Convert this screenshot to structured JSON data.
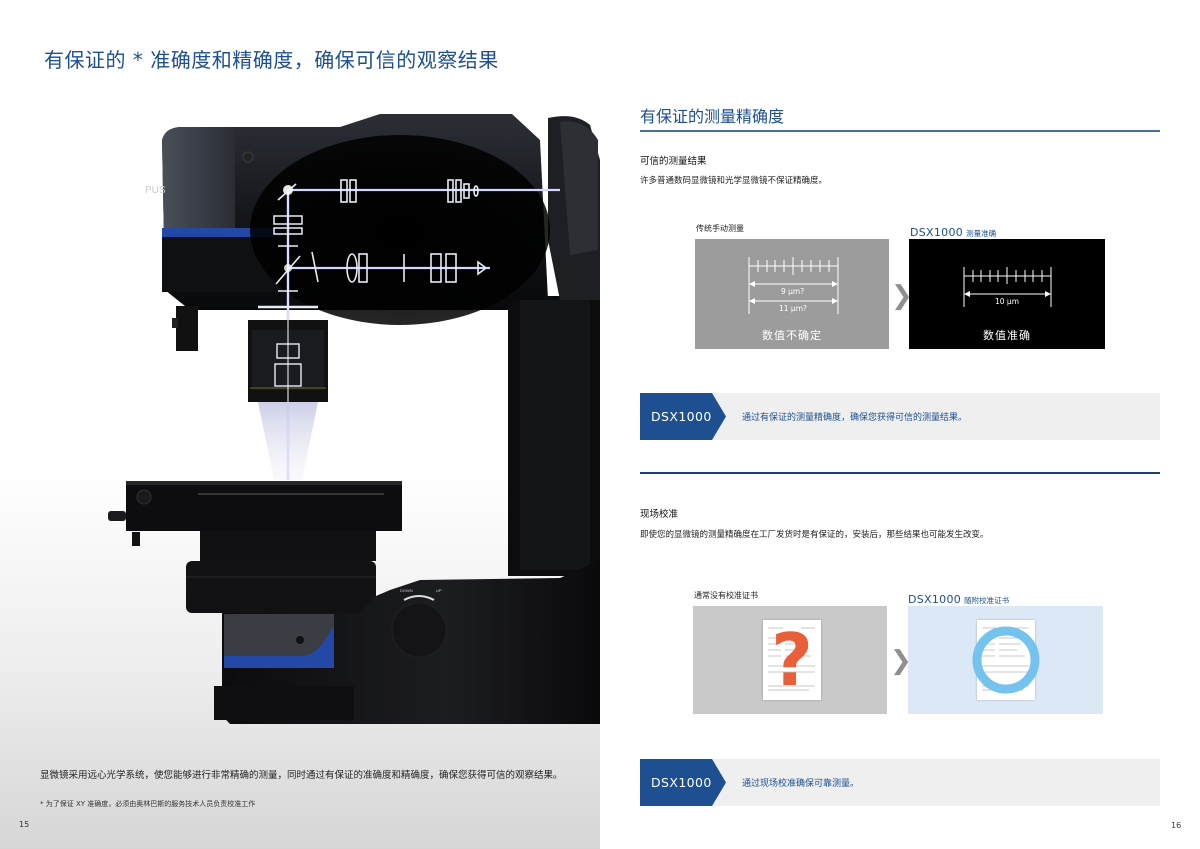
{
  "left_page": {
    "title": "有保证的 * 准确度和精确度，确保可信的观察结果",
    "body_text": "显微镜采用远心光学系统，使您能够进行非常精确的测量，同时通过有保证的准确度和精确度，确保您获得可信的观察结果。",
    "footnote": "* 为了保证 XY 准确度，必须由奥林巴斯的服务技术人员负责校准工作",
    "page_number": "15",
    "image": {
      "subject": "microscope-cutaway",
      "brand_fragment": "PUS"
    }
  },
  "right_page": {
    "section_title": "有保证的测量精确度",
    "section1": {
      "heading": "可信的测量结果",
      "description": "许多普通数码显微镜和光学显微镜不保证精确度。",
      "comparison": {
        "left": {
          "label": "传统手动测量",
          "measurement_1": "9 μm?",
          "measurement_2": "11 μm?",
          "caption": "数值不确定"
        },
        "right": {
          "brand": "DSX1000",
          "label": "测量准确",
          "measurement": "10 μm",
          "caption": "数值准确"
        },
        "arrow": "❯"
      },
      "callout": {
        "tag": "DSX1000",
        "text": "通过有保证的测量精确度，确保您获得可信的测量结果。"
      }
    },
    "section2": {
      "heading": "现场校准",
      "description": "即使您的显微镜的测量精确度在工厂发货时是有保证的，安装后，那些结果也可能发生改变。",
      "comparison": {
        "left": {
          "label": "通常没有校准证书",
          "icon": "question-mark",
          "icon_glyph": "?"
        },
        "right": {
          "brand": "DSX1000",
          "label": "随附校准证书",
          "icon": "circle-ok"
        },
        "arrow": "❯"
      },
      "callout": {
        "tag": "DSX1000",
        "text": "通过现场校准确保可靠测量。"
      }
    },
    "page_number": "16"
  },
  "colors": {
    "brand_blue": "#1d4f91",
    "callout_bg": "#efefef",
    "gray_panel": "#9c9c9c",
    "question_orange": "#e8603a",
    "ok_circle_blue": "#74c3ee",
    "light_blue_panel": "#dde8f6"
  }
}
